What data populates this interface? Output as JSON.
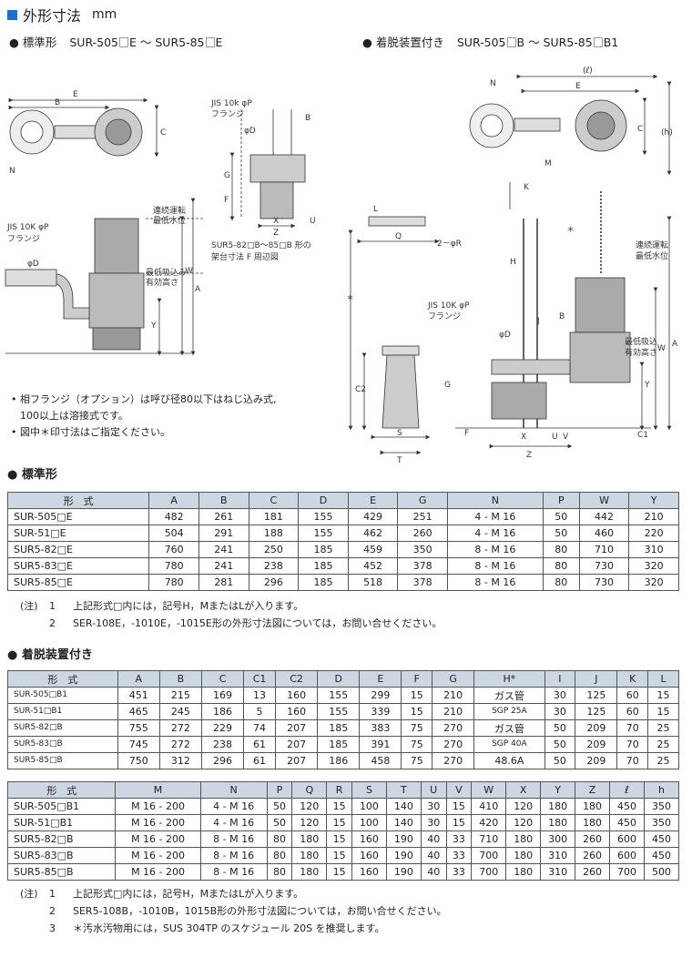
{
  "title": "外形寸法",
  "unit": "mm",
  "standard_heading": "● 標準形",
  "standard_models": [
    "SUR-505",
    "E ～ SUR5-85",
    "E"
  ],
  "detach_heading": "● 着脱装置付き",
  "detach_models": [
    "SUR-505",
    "B ～ SUR5-85",
    "B1"
  ],
  "drawing_labels": {
    "e": "E",
    "b": "B",
    "c": "C",
    "n": "N",
    "jis": "JIS 10K φP",
    "flange": "フランジ",
    "jis_small": "JIS 10k φP",
    "flange_small": "フランジ",
    "d": "φD",
    "g": "G",
    "f": "F",
    "w": "W",
    "a": "A",
    "y": "Y",
    "x": "X",
    "z": "Z",
    "u": "U",
    "run_level": "連続運転",
    "min_level": "最低水位",
    "suction_low": "最低吸込み",
    "effective": "有効高さ",
    "frame_caption_1": "SUR5-82□B～85□B 形の",
    "frame_caption_2": "架台寸法 F 周辺図",
    "l_paren": "(ℓ)",
    "h_paren": "(h)",
    "m": "M",
    "k": "K",
    "l": "L",
    "q": "Q",
    "r": "2－φR",
    "h": "H",
    "j": "J",
    "asterisk": "＊",
    "c1": "C1",
    "c2": "C2",
    "s": "S",
    "t": "T",
    "v": "V",
    "run_level2": "連続運転",
    "min_level2": "最低水位",
    "suction_low2": "最低吸込",
    "effective2": "有効高さ",
    "jis2": "JIS 10K φP",
    "flange2": "フランジ"
  },
  "notes_top": [
    "• 相フランジ（オプション）は呼び径80以下はねじ込み式,",
    "100以上は溶接式です。",
    "• 図中＊印寸法はご指定ください。"
  ],
  "table1_heading": "● 標準形",
  "table1": {
    "headers": [
      "形　式",
      "A",
      "B",
      "C",
      "D",
      "E",
      "G",
      "N",
      "P",
      "W",
      "Y"
    ],
    "rows": [
      [
        "SUR-505□E",
        "482",
        "261",
        "181",
        "155",
        "429",
        "251",
        "4 - M 16",
        "50",
        "442",
        "210"
      ],
      [
        "SUR-51□E",
        "504",
        "291",
        "188",
        "155",
        "462",
        "260",
        "4 - M 16",
        "50",
        "460",
        "220"
      ],
      [
        "SUR5-82□E",
        "760",
        "241",
        "250",
        "185",
        "459",
        "350",
        "8 - M 16",
        "80",
        "710",
        "310"
      ],
      [
        "SUR5-83□E",
        "780",
        "241",
        "238",
        "185",
        "452",
        "378",
        "8 - M 16",
        "80",
        "730",
        "320"
      ],
      [
        "SUR5-85□E",
        "780",
        "281",
        "296",
        "185",
        "518",
        "378",
        "8 - M 16",
        "80",
        "730",
        "320"
      ]
    ]
  },
  "table1_notes": {
    "label": "(注)",
    "items": [
      [
        "1",
        "上記形式□内には，記号H，MまたはLが入ります。"
      ],
      [
        "2",
        "SER-108E，-1010E，-1015E形の外形寸法図については，お問い合せください。"
      ]
    ]
  },
  "table2_heading": "● 着脱装置付き",
  "table2": {
    "headers": [
      "形　式",
      "A",
      "B",
      "C",
      "C1",
      "C2",
      "D",
      "E",
      "F",
      "G",
      "H*",
      "I",
      "J",
      "K",
      "L"
    ],
    "rows": [
      [
        "SUR-505□B1",
        "451",
        "215",
        "169",
        "13",
        "160",
        "155",
        "299",
        "15",
        "210",
        "ガス管",
        "30",
        "125",
        "60",
        "15"
      ],
      [
        "SUR-51□B1",
        "465",
        "245",
        "186",
        "5",
        "160",
        "155",
        "339",
        "15",
        "210",
        "SGP 25A",
        "30",
        "125",
        "60",
        "15"
      ],
      [
        "SUR5-82□B",
        "755",
        "272",
        "229",
        "74",
        "207",
        "185",
        "383",
        "75",
        "270",
        "ガス管",
        "50",
        "209",
        "70",
        "25"
      ],
      [
        "SUR5-83□B",
        "745",
        "272",
        "238",
        "61",
        "207",
        "185",
        "391",
        "75",
        "270",
        "SGP 40A",
        "50",
        "209",
        "70",
        "25"
      ],
      [
        "SUR5-85□B",
        "750",
        "312",
        "296",
        "61",
        "207",
        "186",
        "458",
        "75",
        "270",
        "48.6A",
        "50",
        "209",
        "70",
        "25"
      ]
    ]
  },
  "table3": {
    "headers": [
      "形　式",
      "M",
      "N",
      "P",
      "Q",
      "R",
      "S",
      "T",
      "U",
      "V",
      "W",
      "X",
      "Y",
      "Z",
      "ℓ",
      "h"
    ],
    "rows": [
      [
        "SUR-505□B1",
        "M 16 - 200",
        "4 - M 16",
        "50",
        "120",
        "15",
        "100",
        "140",
        "30",
        "15",
        "410",
        "120",
        "180",
        "180",
        "450",
        "350"
      ],
      [
        "SUR-51□B1",
        "M 16 - 200",
        "4 - M 16",
        "50",
        "120",
        "15",
        "100",
        "140",
        "30",
        "15",
        "420",
        "120",
        "180",
        "180",
        "450",
        "350"
      ],
      [
        "SUR5-82□B",
        "M 16 - 200",
        "8 - M 16",
        "80",
        "180",
        "15",
        "160",
        "190",
        "40",
        "33",
        "710",
        "180",
        "300",
        "260",
        "600",
        "450"
      ],
      [
        "SUR5-83□B",
        "M 16 - 200",
        "8 - M 16",
        "80",
        "180",
        "15",
        "160",
        "190",
        "40",
        "33",
        "700",
        "180",
        "310",
        "260",
        "600",
        "450"
      ],
      [
        "SUR5-85□B",
        "M 16 - 200",
        "8 - M 16",
        "80",
        "180",
        "15",
        "160",
        "190",
        "40",
        "33",
        "700",
        "180",
        "310",
        "260",
        "700",
        "500"
      ]
    ]
  },
  "table3_notes": {
    "label": "(注)",
    "items": [
      [
        "1",
        "上記形式□内には，記号H，MまたはLが入ります。"
      ],
      [
        "2",
        "SER5-108B，-1010B，1015B形の外形寸法図については，お問い合せください。"
      ],
      [
        "3",
        "＊汚水汚物用には，SUS 304TP のスケジュール 20S を推奨します。"
      ]
    ]
  }
}
